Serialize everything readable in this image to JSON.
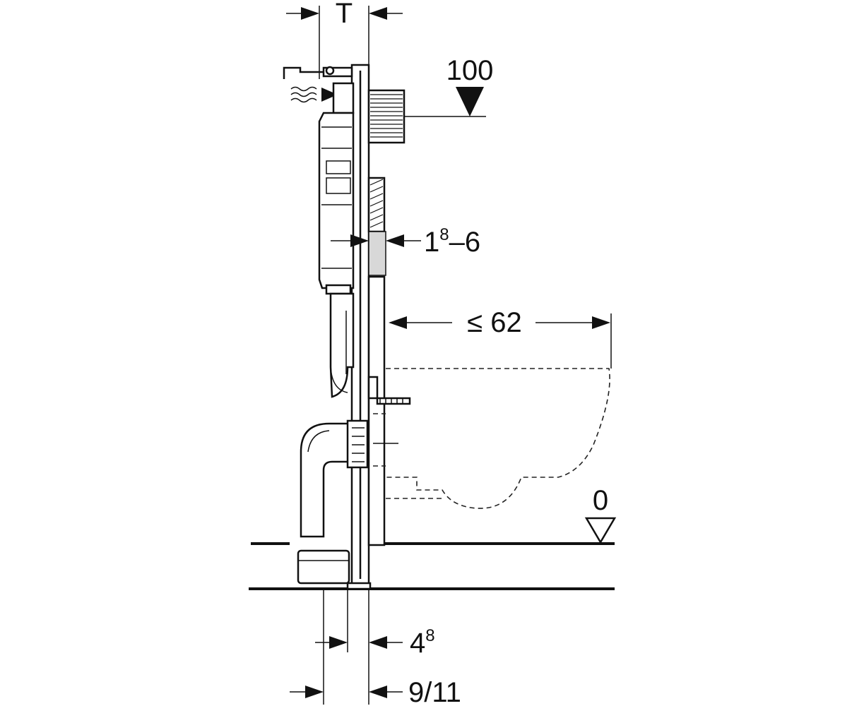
{
  "dimensions": {
    "thickness": "T",
    "height_marker": "100",
    "wall_range_base": "1",
    "wall_range_sup": "8",
    "wall_range_rest": "–6",
    "projection": "≤ 62",
    "floor_marker": "0",
    "offset_base": "4",
    "offset_sup": "8",
    "depth": "9/11"
  },
  "colors": {
    "line": "#111111",
    "background": "#ffffff",
    "strip_gray": "#d8d8d8"
  }
}
